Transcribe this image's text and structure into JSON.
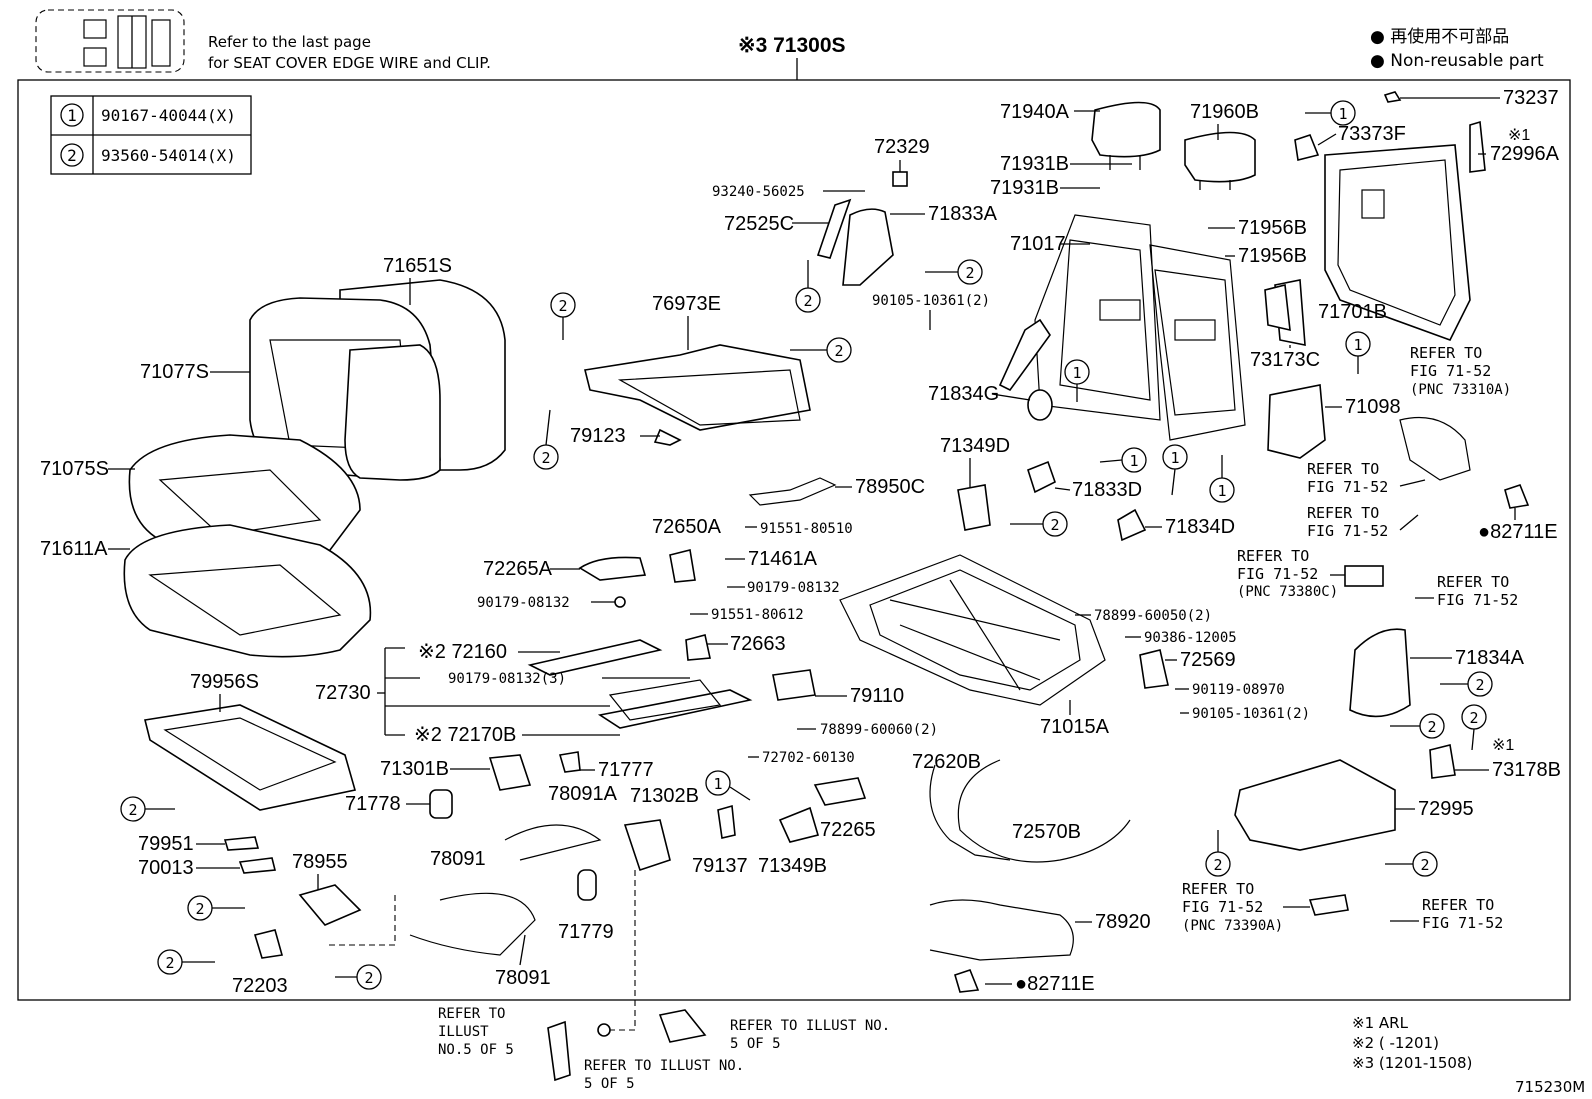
{
  "header": {
    "refer_line1": "Refer to the last page",
    "refer_line2": "for SEAT COVER EDGE WIRE and CLIP.",
    "assembly": "※3 71300S",
    "legend_jp": "● 再使用不可部品",
    "legend_en": "● Non-reusable part"
  },
  "key_table": [
    {
      "num": "1",
      "part": "90167-40044(X)"
    },
    {
      "num": "2",
      "part": "93560-54014(X)"
    }
  ],
  "labels": {
    "p71651S": "71651S",
    "p71077S": "71077S",
    "p71075S": "71075S",
    "p71611A": "71611A",
    "p76973E": "76973E",
    "p79123": "79123",
    "p72329": "72329",
    "p93240": "93240-56025",
    "p72525C": "72525C",
    "p71833A": "71833A",
    "p90105a": "90105-10361(2)",
    "p71940A": "71940A",
    "p71960B": "71960B",
    "p71931B1": "71931B",
    "p71931B2": "71931B",
    "p71017": "71017",
    "p71956B1": "71956B",
    "p71956B2": "71956B",
    "p71834G": "71834G",
    "p73237": "73237",
    "p73373F": "73373F",
    "p72996A": "72996A",
    "p71701B": "71701B",
    "p73173C": "73173C",
    "p71098": "71098",
    "p71349D": "71349D",
    "p71833D": "71833D",
    "p71834D": "71834D",
    "p78950C": "78950C",
    "p72650A": "72650A",
    "p91551a": "91551-80510",
    "p71461A": "71461A",
    "p90179a": "90179-08132",
    "p72265A": "72265A",
    "p90179b": "90179-08132",
    "p91551b": "91551-80612",
    "p72663": "72663",
    "p72160": "※2 72160",
    "p72730": "72730",
    "p90179c": "90179-08132(3)",
    "p72170B": "※2 72170B",
    "p79110": "79110",
    "p78899b": "78899-60060(2)",
    "p72702": "72702-60130",
    "p79956S": "79956S",
    "p71301B": "71301B",
    "p71777": "71777",
    "p71778": "71778",
    "p78091A": "78091A",
    "p71302B": "71302B",
    "p79137": "79137",
    "p71349B": "71349B",
    "p72265": "72265",
    "p79951": "79951",
    "p70013": "70013",
    "p78955": "78955",
    "p78091a": "78091",
    "p78091b": "78091",
    "p71779": "71779",
    "p72203": "72203",
    "p72620B": "72620B",
    "p72570B": "72570B",
    "p78920": "78920",
    "p82711E_b": "●82711E",
    "p78899a": "78899-60050(2)",
    "p90386": "90386-12005",
    "p72569": "72569",
    "p90119": "90119-08970",
    "p90105b": "90105-10361(2)",
    "p71015A": "71015A",
    "p71834A": "71834A",
    "p73178B": "73178B",
    "p72995": "72995",
    "p82711E_r": "●82711E",
    "arl1": "※1",
    "arl2": "※1"
  },
  "refers": {
    "r1_l1": "REFER TO",
    "r1_l2": "FIG 71-52",
    "r1_l3": "(PNC 73310A)",
    "r2_l1": "REFER TO",
    "r2_l2": "FIG 71-52",
    "r3_l1": "REFER TO",
    "r3_l2": "FIG 71-52",
    "r4_l1": "REFER TO",
    "r4_l2": "FIG 71-52",
    "r4_l3": "(PNC 73380C)",
    "r5_l1": "REFER TO",
    "r5_l2": "FIG 71-52",
    "r6_l1": "REFER TO",
    "r6_l2": "FIG 71-52",
    "r6_l3": "(PNC 73390A)",
    "r7_l1": "REFER TO",
    "r7_l2": "FIG 71-52",
    "b1_l1": "REFER TO",
    "b1_l2": "ILLUST",
    "b1_l3": "NO.5 OF 5",
    "b2_l1": "REFER TO ILLUST NO.",
    "b2_l2": "5 OF 5",
    "b3_l1": "REFER TO ILLUST NO.",
    "b3_l2": "5 OF 5"
  },
  "footnotes": {
    "n1": "※1 ARL",
    "n2": "※2 (      -1201)",
    "n3": "※3 (1201-1508)",
    "code": "715230M"
  }
}
